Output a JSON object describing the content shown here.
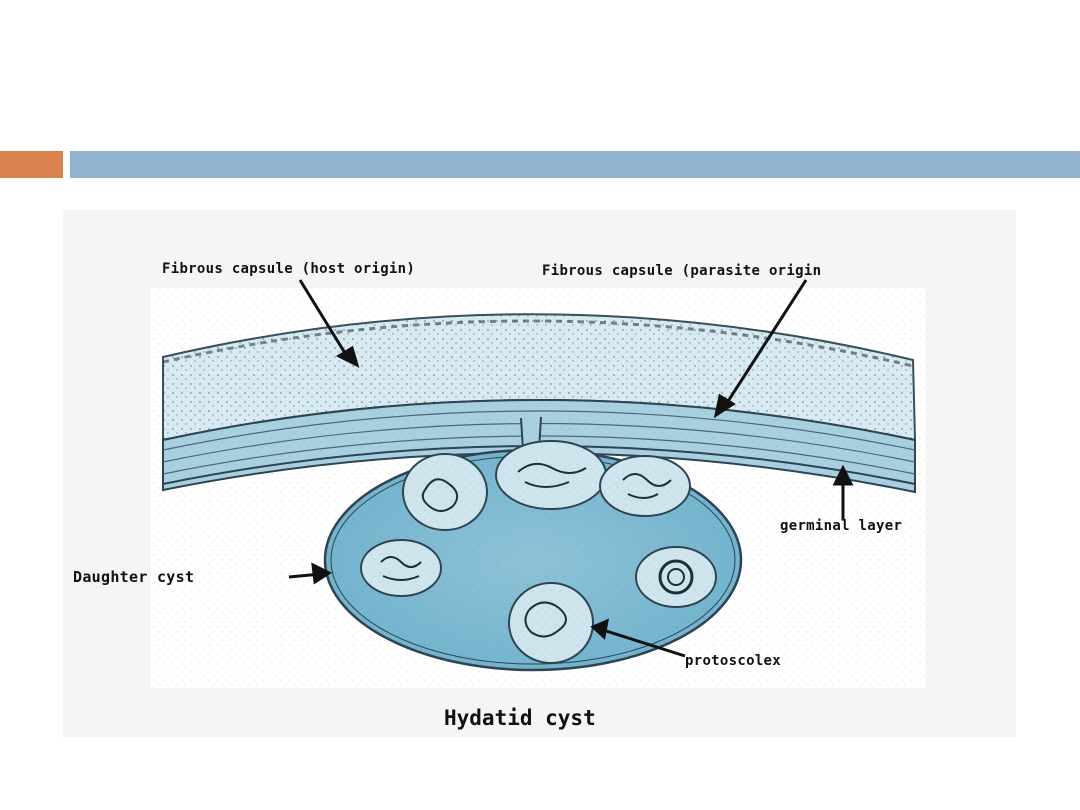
{
  "slide": {
    "accent_color": "#d9824e",
    "bar_color": "#93b4d0"
  },
  "figure": {
    "labels": {
      "host_capsule": "Fibrous capsule (host origin)",
      "parasite_capsule": "Fibrous capsule (parasite origin",
      "germinal_layer": "germinal layer",
      "daughter_cyst": "Daughter cyst",
      "protoscolex": "protoscolex"
    },
    "caption": "Hydatid cyst"
  }
}
